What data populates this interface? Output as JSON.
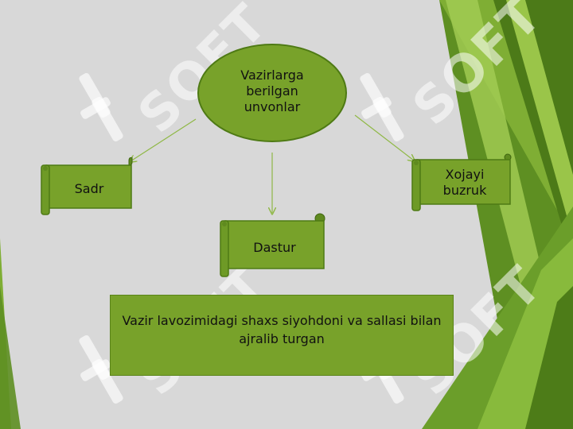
{
  "diagram": {
    "center": {
      "text": "Vazirlarga\nberilgan\nunvonlar "
    },
    "nodes": [
      {
        "id": "sadr",
        "text": "Sadr"
      },
      {
        "id": "dastur",
        "text": "Dastur"
      },
      {
        "id": "xojayi",
        "text": "Xojayi\nbuzruk"
      }
    ],
    "description": "Vazir lavozimidagi shaxs siyohdoni va sallasi bilan ajralib turgan"
  },
  "watermark": {
    "text": "SOFT"
  },
  "colors": {
    "node_fill": "#78a22a",
    "node_border": "#4e7a14",
    "background": "#d8d8d8",
    "accent_dark": "#4f7a1a",
    "accent_light": "#a9cf5a"
  }
}
